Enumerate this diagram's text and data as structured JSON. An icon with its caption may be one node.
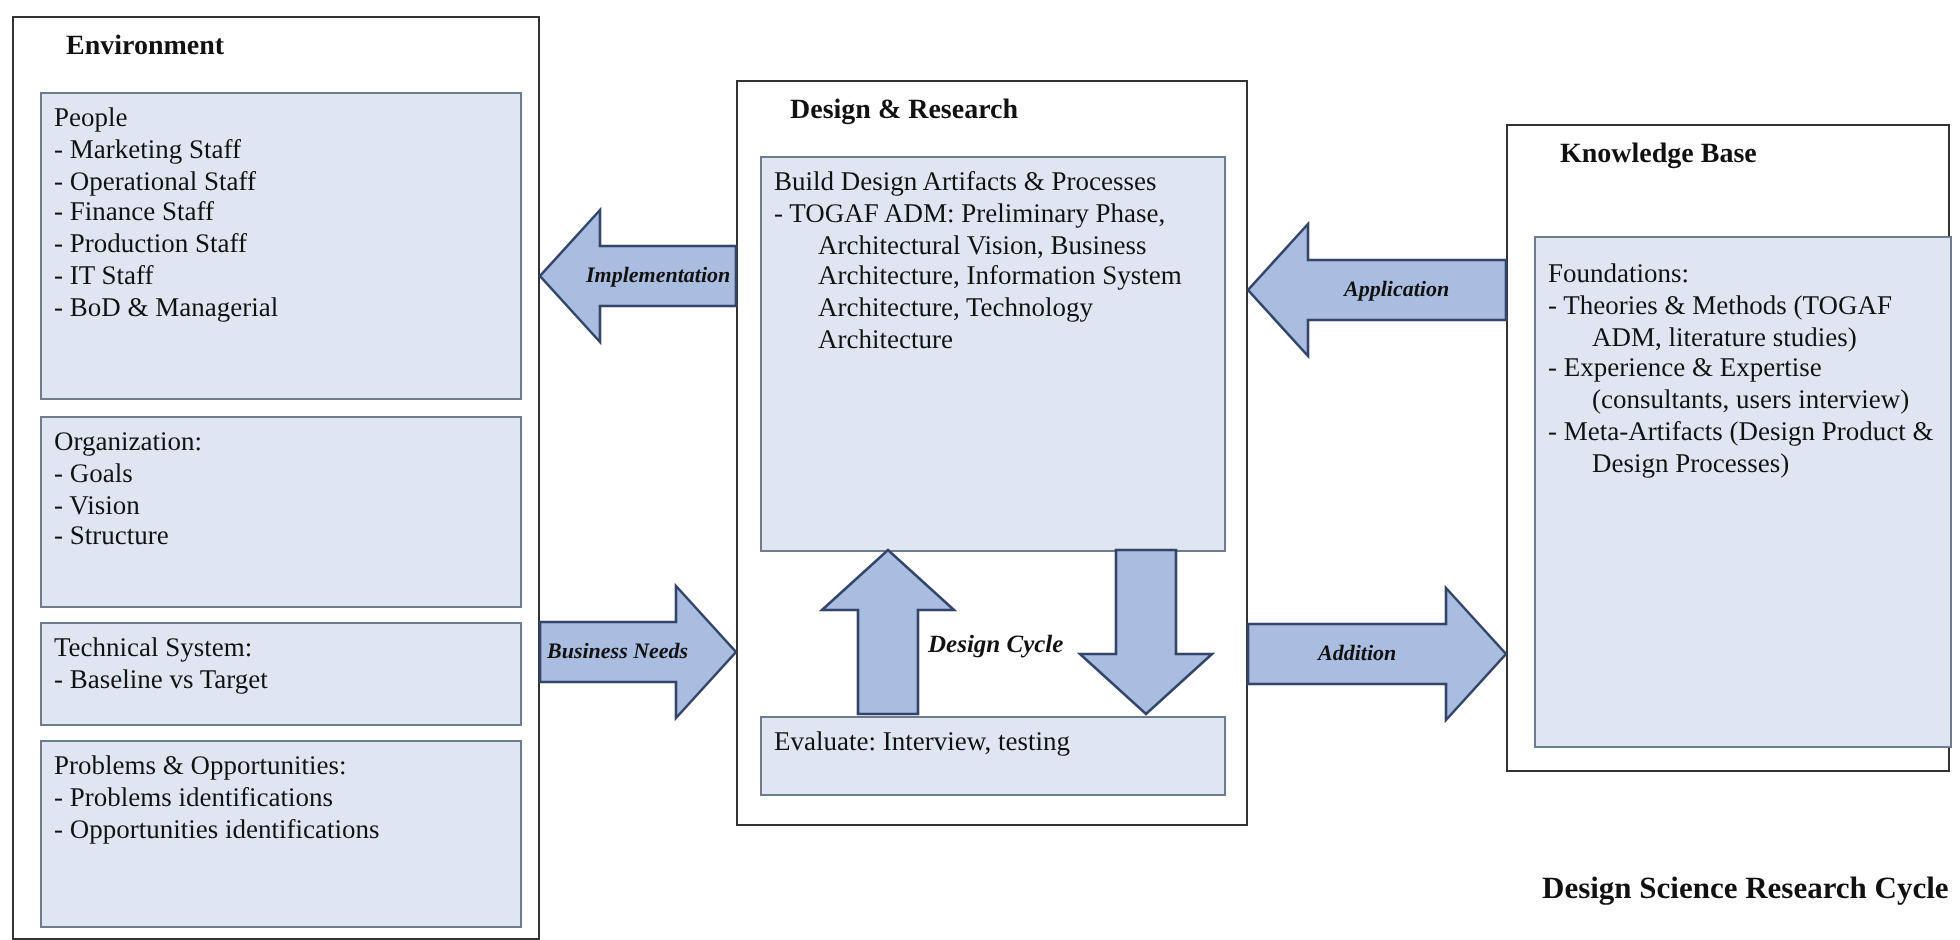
{
  "diagram": {
    "title": "Design Science Research Cycle",
    "nodes": [
      {
        "text": [
          "Environment"
        ]
      },
      {
        "text": [
          "People",
          "- Marketing Staff",
          "- Operational Staff",
          "- Finance Staff",
          "- Production Staff",
          "- IT Staff",
          "- BoD & Managerial"
        ],
        "in": 0
      },
      {
        "text": [
          "Organization:",
          "- Goals",
          "- Vision",
          "- Structure"
        ],
        "in": 0
      },
      {
        "text": [
          "Technical System:",
          "- Baseline vs Target"
        ],
        "in": 0
      },
      {
        "text": [
          "Problems & Opportunities:",
          "- Problems identifications",
          "- Opportunities identifications"
        ],
        "in": 0
      },
      {
        "text": [
          "Design & Research"
        ]
      },
      {
        "text": [
          "Build Design Artifacts & Processes",
          "- TOGAF ADM: Preliminary Phase, Architectural Vision, Business Architecture, Information System Architecture, Technology Architecture"
        ],
        "in": 5
      },
      {
        "text": [
          "Evaluate: Interview, testing"
        ],
        "in": 5
      },
      {
        "text": [
          "Knowledge Base"
        ]
      },
      {
        "text": [
          "Foundations:",
          "- Theories & Methods (TOGAF ADM, literature studies)",
          "- Experience & Expertise (consultants, users interview)",
          "- Meta-Artifacts (Design Product & Design Processes)"
        ],
        "in": 8
      }
    ],
    "edges": [
      {
        "from": 5,
        "to": 0,
        "arrow": "to",
        "label": "Implementation",
        "style": "thick"
      },
      {
        "from": 0,
        "to": 5,
        "arrow": "to",
        "label": "Business Needs",
        "style": "thick"
      },
      {
        "from": 8,
        "to": 5,
        "arrow": "to",
        "label": "Application",
        "style": "thick"
      },
      {
        "from": 5,
        "to": 8,
        "arrow": "to",
        "label": "Addition",
        "style": "thick"
      },
      {
        "from": 7,
        "to": 6,
        "arrow": "to",
        "style": "thick"
      },
      {
        "from": 6,
        "to": 7,
        "arrow": "to",
        "style": "thick"
      }
    ],
    "labels": [
      "Design Cycle"
    ]
  }
}
